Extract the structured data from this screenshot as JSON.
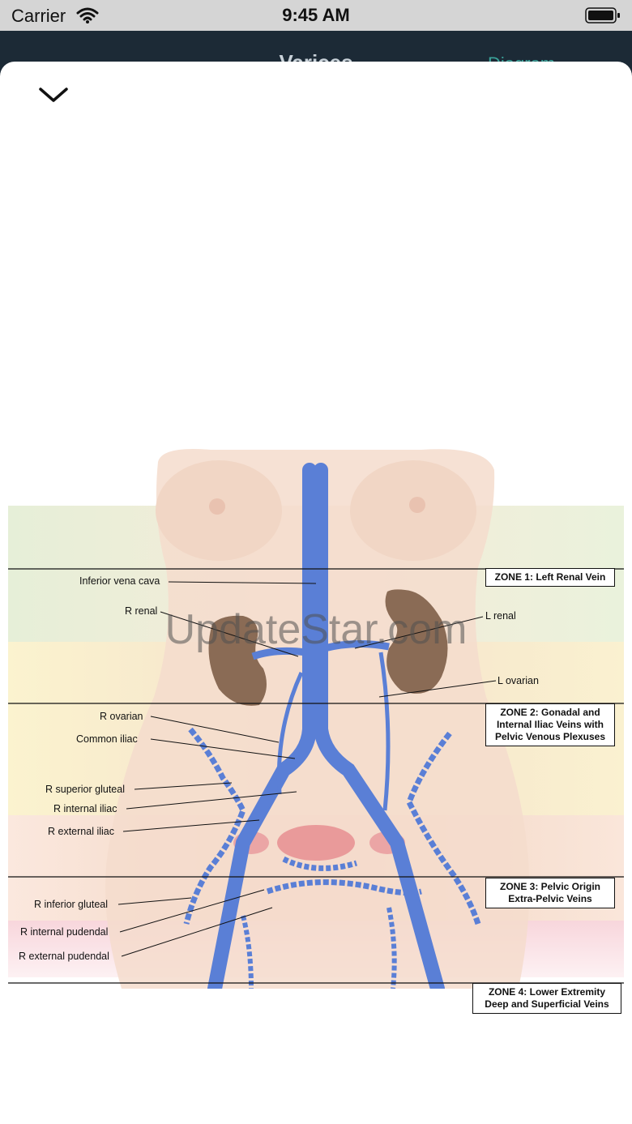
{
  "status_bar": {
    "carrier": "Carrier",
    "time": "9:45 AM"
  },
  "nav": {
    "title": "Varices",
    "tab": "Diagram"
  },
  "sheet": {
    "collapse_icon": "chevron-down-icon"
  },
  "diagram": {
    "labels": {
      "ivc": "Inferior vena cava",
      "r_renal": "R renal",
      "l_renal": "L renal",
      "l_ovarian": "L ovarian",
      "r_ovarian": "R ovarian",
      "common_iliac": "Common iliac",
      "r_sup_gluteal": "R superior gluteal",
      "r_int_iliac": "R internal iliac",
      "r_ext_iliac": "R external iliac",
      "r_inf_gluteal": "R inferior gluteal",
      "r_int_pudendal": "R internal pudendal",
      "r_ext_pudendal": "R external pudendal"
    },
    "zones": {
      "z1": "ZONE 1: Left Renal Vein",
      "z2_l1": "ZONE 2: Gonadal and",
      "z2_l2": "Internal Iliac Veins with",
      "z2_l3": "Pelvic Venous Plexuses",
      "z3_l1": "ZONE 3: Pelvic Origin",
      "z3_l2": "Extra-Pelvic Veins",
      "z4_l1": "ZONE 4: Lower Extremity",
      "z4_l2": "Deep and Superficial Veins"
    },
    "watermark": "UpdateStar.com"
  }
}
